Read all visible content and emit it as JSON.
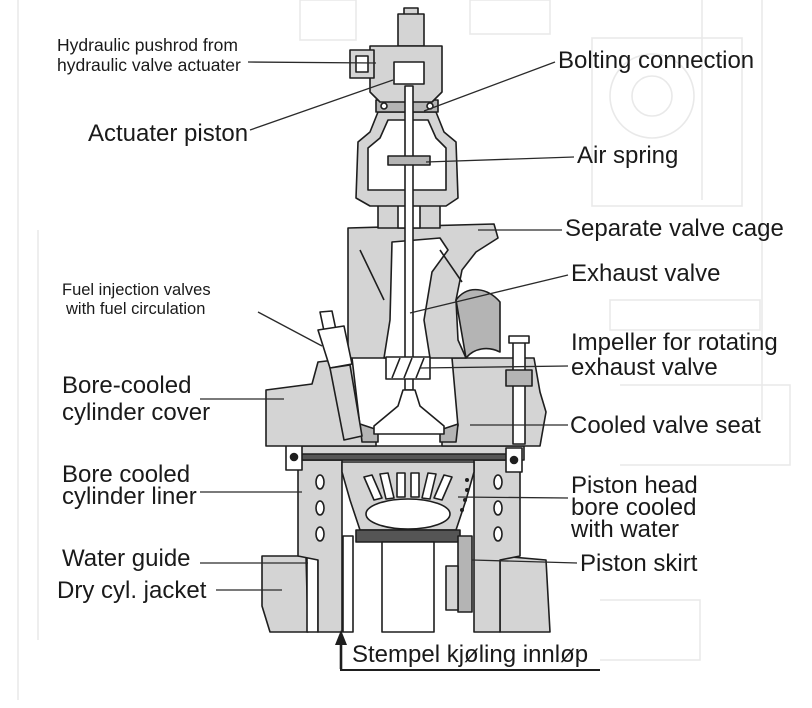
{
  "diagram": {
    "labels": {
      "hydraulic_pushrod": [
        "Hydraulic pushrod from",
        "hydraulic valve actuater"
      ],
      "actuater_piston": "Actuater piston",
      "fuel_injection_valves": [
        "Fuel injection valves",
        "with fuel circulation"
      ],
      "cylinder_cover": [
        "Bore-cooled",
        "cylinder cover"
      ],
      "cylinder_liner": [
        "Bore cooled",
        "cylinder liner"
      ],
      "water_guide": "Water guide",
      "dry_cyl_jacket": "Dry cyl. jacket",
      "bolting_connection": "Bolting connection",
      "air_spring": "Air spring",
      "separate_valve_cage": "Separate valve cage",
      "exhaust_valve": "Exhaust valve",
      "impeller": [
        "Impeller for rotating",
        "exhaust valve"
      ],
      "cooled_valve_seat": "Cooled valve seat",
      "piston_head": [
        "Piston head",
        "bore cooled",
        "with water"
      ],
      "piston_skirt": "Piston skirt"
    },
    "caption": "Stempel kjøling innløp"
  },
  "colors": {
    "ink": "#1e1e1e",
    "part": "#d4d4d4",
    "mid": "#b4b4b4",
    "dark": "#555555",
    "background": "#ffffff",
    "faint": "#e9e9e9"
  }
}
